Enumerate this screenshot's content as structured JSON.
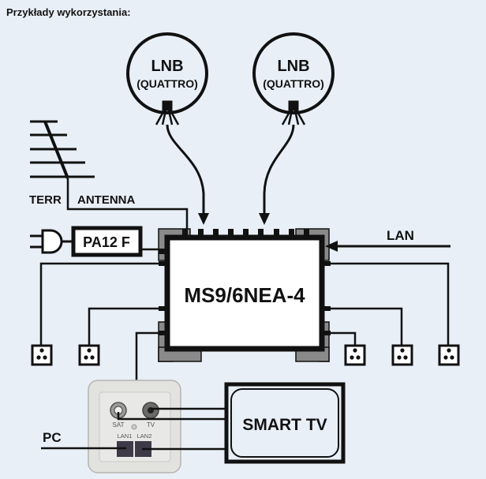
{
  "heading": "Przykłady wykorzystania:",
  "lnb_left": {
    "title": "LNB",
    "subtitle": "(QUATTRO)"
  },
  "lnb_right": {
    "title": "LNB",
    "subtitle": "(QUATTRO)"
  },
  "antenna": {
    "label_left": "TERR",
    "label_right": "ANTENNA"
  },
  "power_supply": {
    "label": "PA12 F"
  },
  "multiswitch": {
    "label": "MS9/6NEA-4"
  },
  "lan_input": {
    "label": "LAN"
  },
  "wall_outlet": {
    "sat_label": "SAT",
    "tv_label": "TV",
    "lan1_label": "LAN1",
    "lan2_label": "LAN2"
  },
  "tv": {
    "label": "SMART TV"
  },
  "pc": {
    "label": "PC"
  },
  "colors": {
    "background": "#e9eff7",
    "line": "#111111",
    "connector_gray": "#8a8a8a",
    "outlet_plate": "#e4e4e2"
  }
}
